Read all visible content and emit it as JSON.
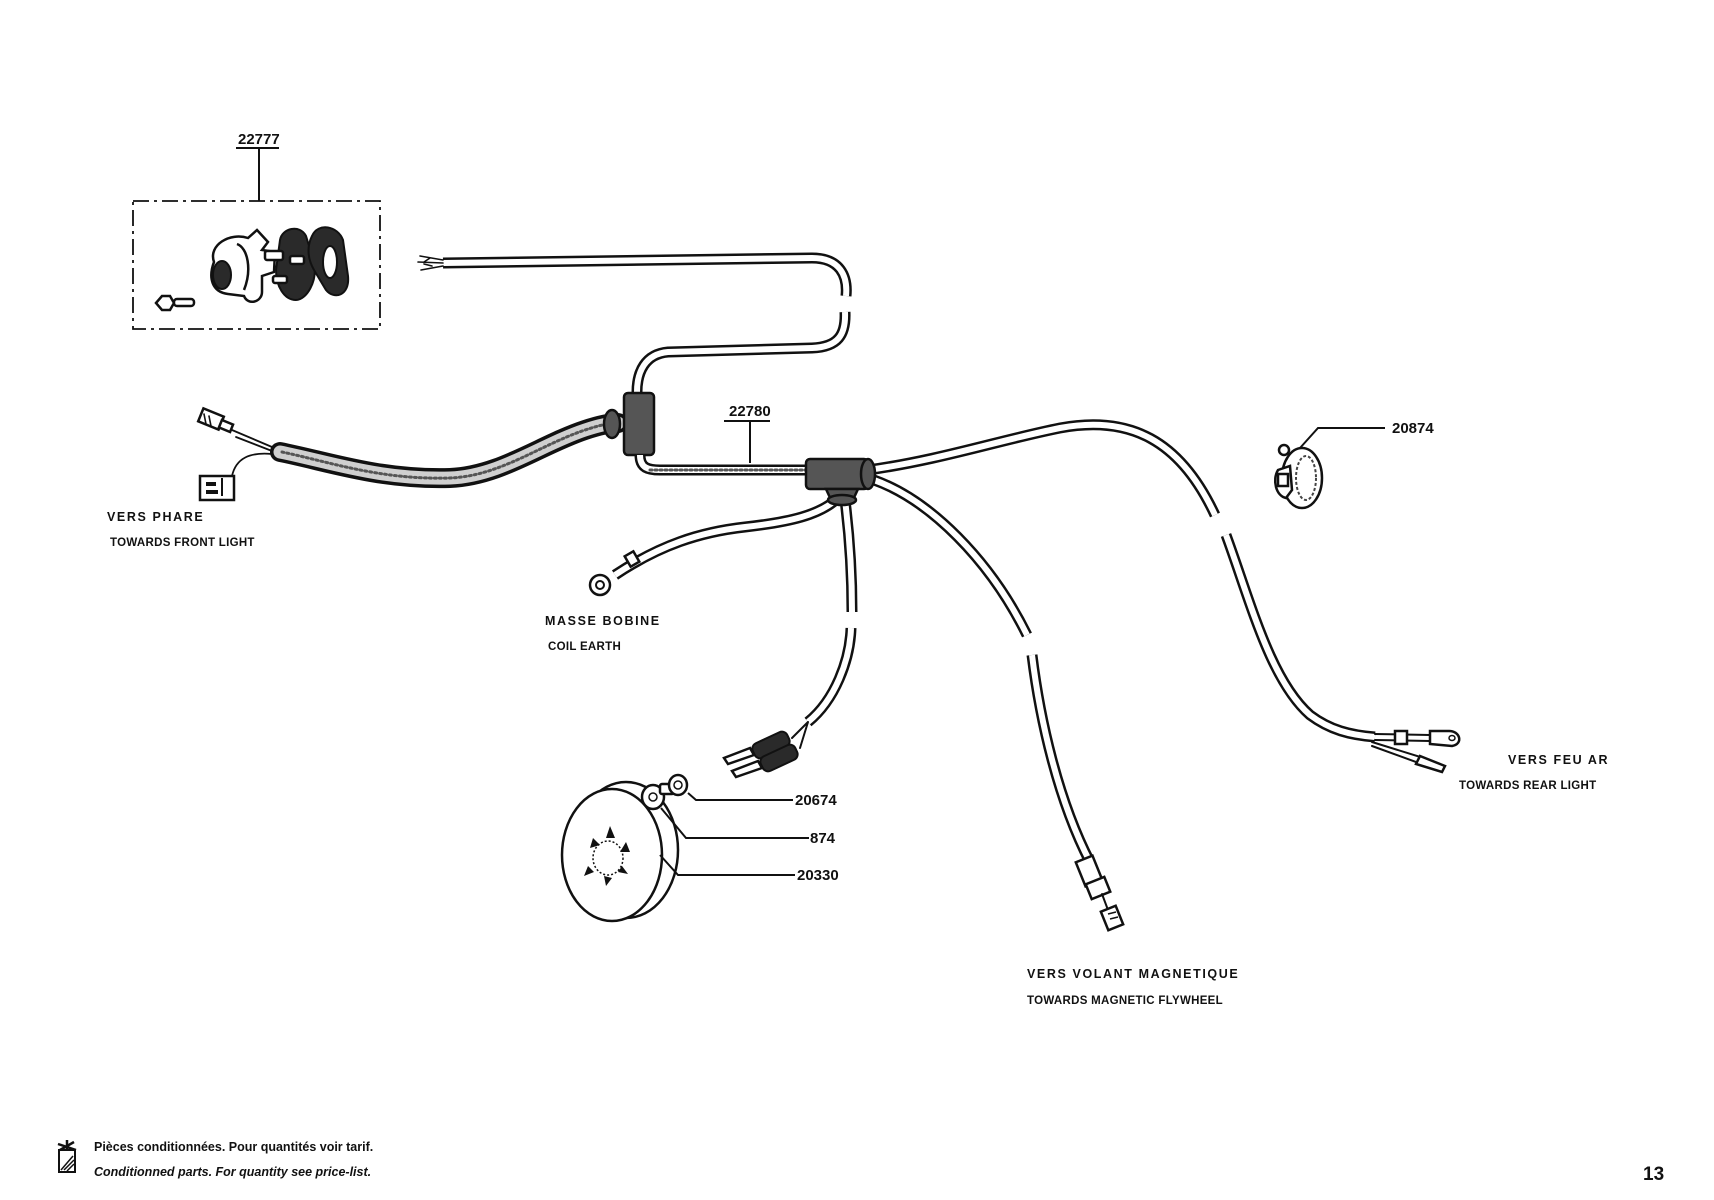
{
  "document": {
    "page_number": "13",
    "type": "parts-catalogue wiring harness page"
  },
  "parts": [
    {
      "ref": "22777",
      "description": "switch assembly (exploded, in dashed box)"
    },
    {
      "ref": "22780",
      "description": "wiring harness"
    },
    {
      "ref": "20874",
      "description": "cable clamp"
    },
    {
      "ref": "20674",
      "description": "nut"
    },
    {
      "ref": "874",
      "description": "washer"
    },
    {
      "ref": "20330",
      "description": "cap / drum"
    }
  ],
  "labels": {
    "front_light_fr": "VERS PHARE",
    "front_light_en": "TOWARDS FRONT LIGHT",
    "coil_earth_fr": "MASSE BOBINE",
    "coil_earth_en": "COIL EARTH",
    "flywheel_fr": "VERS VOLANT MAGNETIQUE",
    "flywheel_en": "TOWARDS MAGNETIC FLYWHEEL",
    "rear_light_fr": "VERS FEU AR",
    "rear_light_en": "TOWARDS REAR  LIGHT"
  },
  "footnote": {
    "icon": "packaged-parts-icon",
    "line_fr": "Pièces conditionnées. Pour quantités voir tarif.",
    "line_en": "Conditionned parts. For quantity see price-list."
  }
}
